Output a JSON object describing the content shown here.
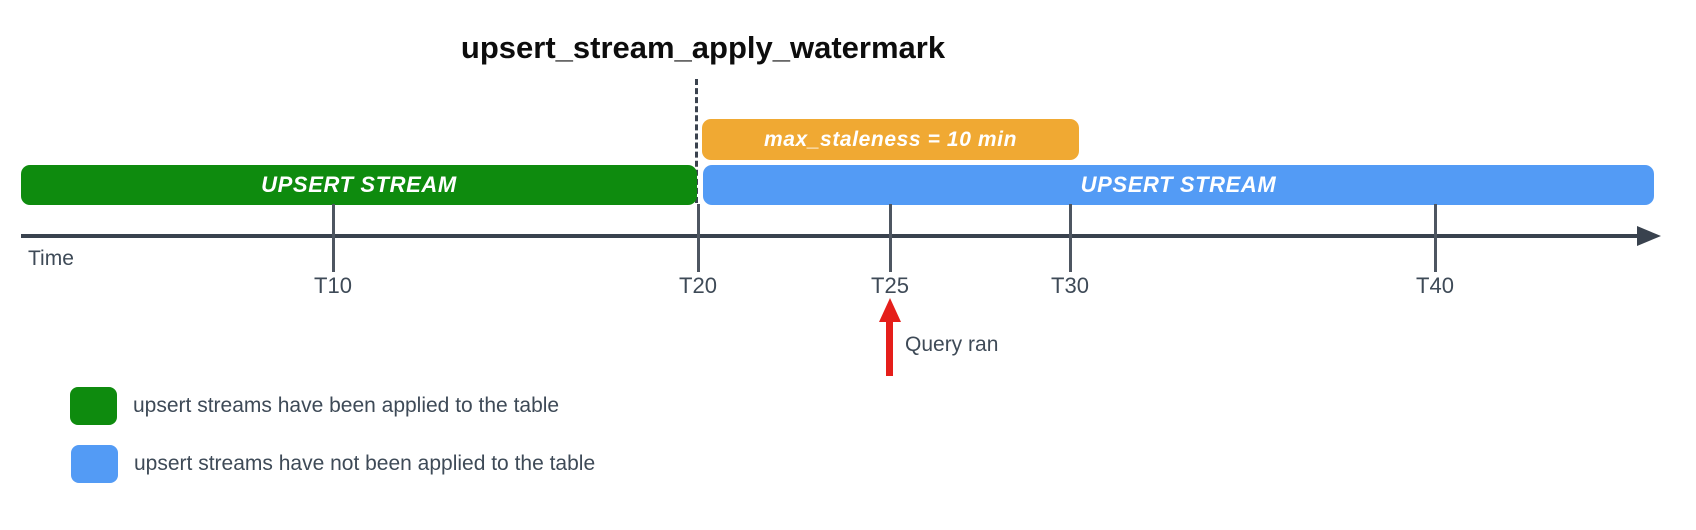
{
  "diagram_title": "upsert_stream_apply_watermark",
  "colors": {
    "applied_green": "#0E8B0E",
    "pending_blue": "#539BF5",
    "staleness_orange": "#F0A933",
    "arrow_red": "#E51E1A",
    "axis_dark": "#39424E"
  },
  "bars": {
    "staleness_window": {
      "label": "max_staleness = 10 min",
      "color": "#F0A933"
    },
    "applied_stream": {
      "label": "UPSERT STREAM",
      "color": "#0E8B0E"
    },
    "pending_stream": {
      "label": "UPSERT STREAM",
      "color": "#539BF5"
    }
  },
  "timeline": {
    "axis_label": "Time",
    "ticks": [
      {
        "label": "T10"
      },
      {
        "label": "T20"
      },
      {
        "label": "T25"
      },
      {
        "label": "T30"
      },
      {
        "label": "T40"
      }
    ]
  },
  "annotations": {
    "query_ran": {
      "label": "Query ran",
      "arrow_color": "#E51E1A"
    }
  },
  "legend": {
    "items": [
      {
        "swatch_color": "#0E8B0E",
        "label": "upsert streams have been applied to the table"
      },
      {
        "swatch_color": "#539BF5",
        "label": "upsert streams have not been applied to the table"
      }
    ]
  }
}
